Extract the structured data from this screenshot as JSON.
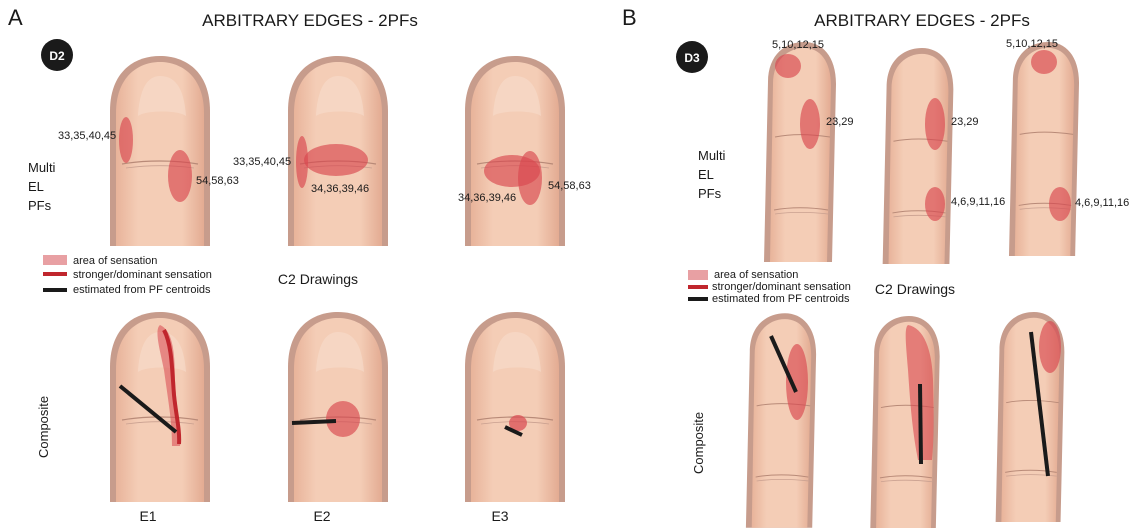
{
  "panels": {
    "A": {
      "letter": "A",
      "title": "ARBITRARY EDGES - 2PFs",
      "digit_badge": "D2",
      "row1_label": [
        "Multi",
        "EL",
        "PFs"
      ],
      "row1_fingers": [
        {
          "labels": [
            "33,35,40,45",
            "54,58,63"
          ]
        },
        {
          "labels": [
            "33,35,40,45",
            "34,36,39,46"
          ]
        },
        {
          "labels": [
            "34,36,39,46",
            "54,58,63"
          ]
        }
      ],
      "legend": {
        "area": "area of sensation",
        "stronger": "stronger/dominant sensation",
        "estimated": "estimated from PF centroids",
        "colors": {
          "area": "#e8a0a3",
          "stronger": "#c0262d",
          "estimated": "#1a1a1a"
        }
      },
      "subtitle": "C2 Drawings",
      "row2_label": "Composite",
      "edge_labels": [
        "E1",
        "E2",
        "E3"
      ]
    },
    "B": {
      "letter": "B",
      "title": "ARBITRARY EDGES - 2PFs",
      "digit_badge": "D3",
      "row1_label": [
        "Multi",
        "EL",
        "PFs"
      ],
      "row1_fingers": [
        {
          "labels": [
            "5,10,12,15",
            "23,29"
          ]
        },
        {
          "labels": [
            "23,29",
            "4,6,9,11,16"
          ]
        },
        {
          "labels": [
            "5,10,12,15",
            "4,6,9,11,16"
          ]
        }
      ],
      "legend": {
        "area": "area of sensation",
        "stronger": "stronger/dominant sensation",
        "estimated": "estimated from PF centroids"
      },
      "subtitle": "C2 Drawings",
      "row2_label": "Composite"
    }
  }
}
